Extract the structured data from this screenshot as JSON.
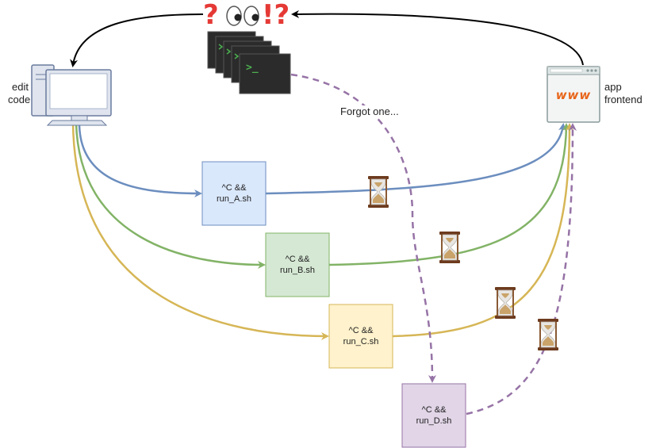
{
  "labels": {
    "edit": "edit",
    "code": "code",
    "app": "app",
    "frontend": "frontend",
    "forgot": "Forgot one...",
    "www": "www",
    "prompt": ">_"
  },
  "emoji": {
    "q1": "?",
    "excl": "!?"
  },
  "boxes": {
    "a": {
      "line1": "^C &&",
      "line2": "run_A.sh",
      "fill": "#dae8fc",
      "stroke": "#6c8ebf"
    },
    "b": {
      "line1": "^C &&",
      "line2": "run_B.sh",
      "fill": "#d5e8d4",
      "stroke": "#82b366"
    },
    "c": {
      "line1": "^C &&",
      "line2": "run_C.sh",
      "fill": "#fff2cc",
      "stroke": "#d6b656"
    },
    "d": {
      "line1": "^C &&",
      "line2": "run_D.sh",
      "fill": "#e1d5e7",
      "stroke": "#9673a6"
    }
  },
  "colors": {
    "blue": "#6c8ebf",
    "green": "#82b366",
    "yellow": "#d6b656",
    "purple": "#9673a6",
    "red": "#e53935",
    "terminal": "#2b2b2b",
    "prompt_green": "#4caf50"
  },
  "icons": {
    "computer": "desktop-computer-icon",
    "browser": "browser-window-icon",
    "terminals": "terminal-stack-icon",
    "hourglass": "hourglass-icon"
  }
}
